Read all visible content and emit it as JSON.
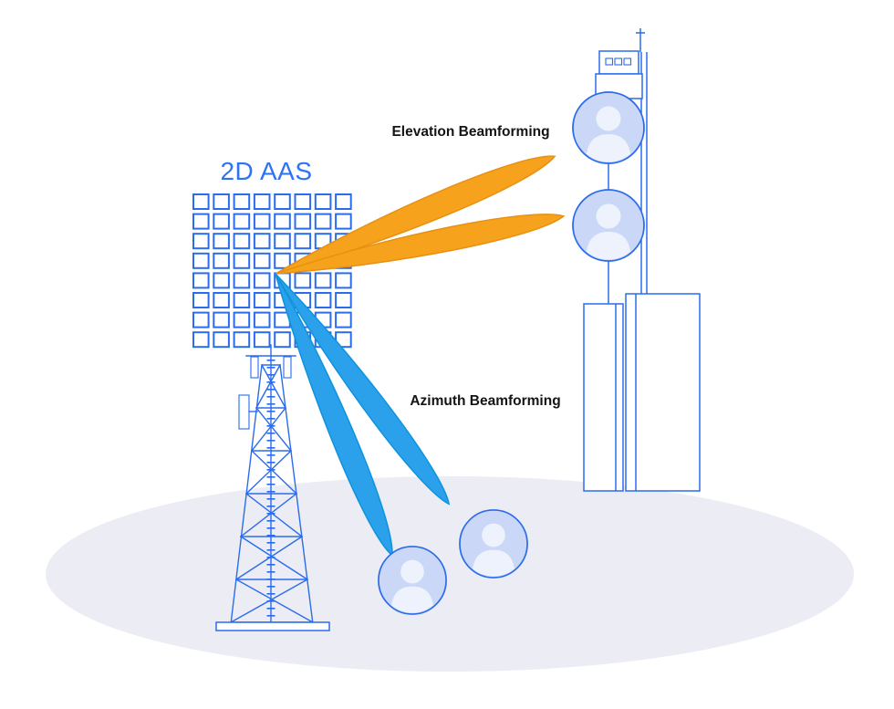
{
  "diagram": {
    "type": "2D AAS beamforming illustration",
    "antenna_label": "2D AAS",
    "elevation_label": "Elevation Beamforming",
    "azimuth_label": "Azimuth Beamforming"
  },
  "antenna": {
    "rows": 8,
    "cols": 8
  },
  "beams": {
    "elevation_count": 2,
    "azimuth_count": 2
  },
  "users": {
    "building_count": 2,
    "ground_count": 2
  },
  "colors": {
    "outline_blue": "#2b6cec",
    "label_blue": "#2f72f2",
    "text_dark": "#141414",
    "beam_orange": "#f6a21d",
    "beam_orange_stroke": "#e89010",
    "beam_blue": "#2aa1ea",
    "beam_blue_stroke": "#0f93dd",
    "ground": "#ececf5",
    "user_fill": "#cbd7f6",
    "user_silhouette": "#eef2fc",
    "background": "#ffffff"
  }
}
